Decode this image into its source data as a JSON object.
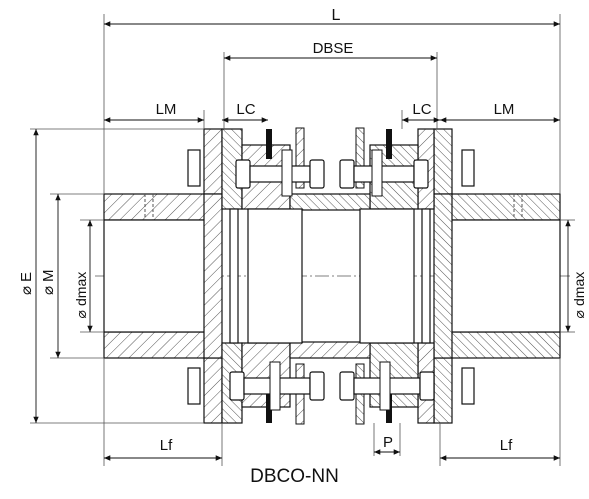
{
  "dimensions": {
    "L": "L",
    "DBSE": "DBSE",
    "LM_left": "LM",
    "LC_left": "LC",
    "LC_right": "LC",
    "LM_right": "LM",
    "E": "E",
    "M": "M",
    "dmax_left": "dmax",
    "dmax_right": "dmax",
    "Lf_left": "Lf",
    "P": "P",
    "Lf_right": "Lf"
  },
  "diameter_symbol": "⌀",
  "caption": "DBCO-NN"
}
